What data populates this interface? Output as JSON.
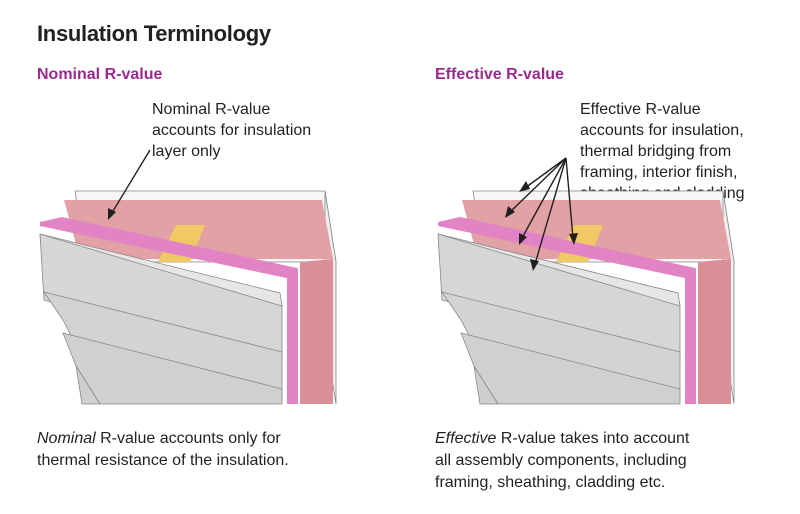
{
  "title": "Insulation Terminology",
  "colors": {
    "heading_accent": "#9b2a8f",
    "insulation": "#e2a1a4",
    "vapour_barrier": "#e283c5",
    "stud": "#f0c964",
    "cladding": "#d6d6d6",
    "drywall": "#f4f4f4"
  },
  "nominal": {
    "heading": "Nominal R-value",
    "callout": [
      "Nominal R-value",
      "accounts for insulation",
      "layer only"
    ],
    "caption_em": "Nominal",
    "caption_rest": " R-value accounts only for",
    "caption_line2": "thermal resistance of the insulation."
  },
  "effective": {
    "heading": "Effective R-value",
    "callout": [
      "Effective R-value",
      "accounts for insulation,",
      "thermal bridging from",
      "framing, interior finish,",
      "sheathing and cladding"
    ],
    "caption_em": "Effective",
    "caption_rest": " R-value takes into account",
    "caption_line2": "all assembly components, including",
    "caption_line3": "framing, sheathing, cladding etc."
  }
}
